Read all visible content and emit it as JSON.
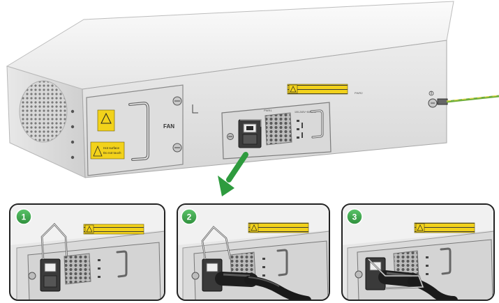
{
  "chassis": {
    "fan_label": "FAN",
    "warning_text_left": "Hot surface",
    "warning_text_left_2": "Do not touch",
    "psu_label": "PWR1",
    "psu_label_2": "PWR2",
    "psu_spec": "100-240V~50/60Hz"
  },
  "steps": [
    {
      "number": "1"
    },
    {
      "number": "2"
    },
    {
      "number": "3"
    }
  ],
  "colors": {
    "step_badge": "#3aa84a",
    "warning_label": "#f2d21b",
    "ground_wire_green": "#6fae3a",
    "ground_wire_yellow": "#e8d84a",
    "arrow": "#2e9b3e"
  }
}
